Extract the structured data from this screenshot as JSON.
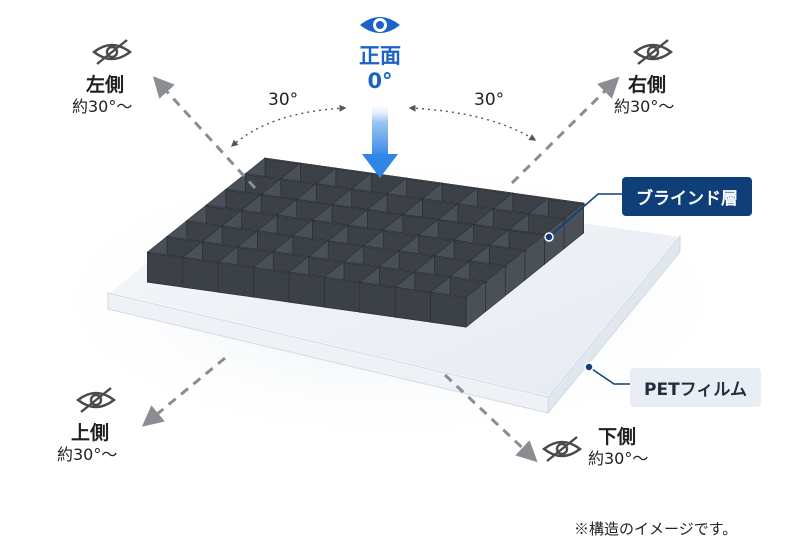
{
  "front": {
    "name": "正面",
    "angle": "0°"
  },
  "left": {
    "name": "左側",
    "range": "約30°～"
  },
  "right": {
    "name": "右側",
    "range": "約30°～"
  },
  "top_side": {
    "name": "上側",
    "range": "約30°～"
  },
  "bottom_side": {
    "name": "下側",
    "range": "約30°～"
  },
  "angle_left": "30°",
  "angle_right": "30°",
  "callouts": {
    "blind_layer": "ブラインド層",
    "pet_film": "PETフィルム"
  },
  "note": "※構造のイメージです。",
  "colors": {
    "accent_blue": "#1b62c8",
    "callout_navy": "#0e3f79",
    "louver": "#3c4148",
    "arrow_gray": "#8a8d92"
  },
  "icons": {
    "view_eye": "eye-icon",
    "blocked_view": "eye-slash-icon"
  }
}
